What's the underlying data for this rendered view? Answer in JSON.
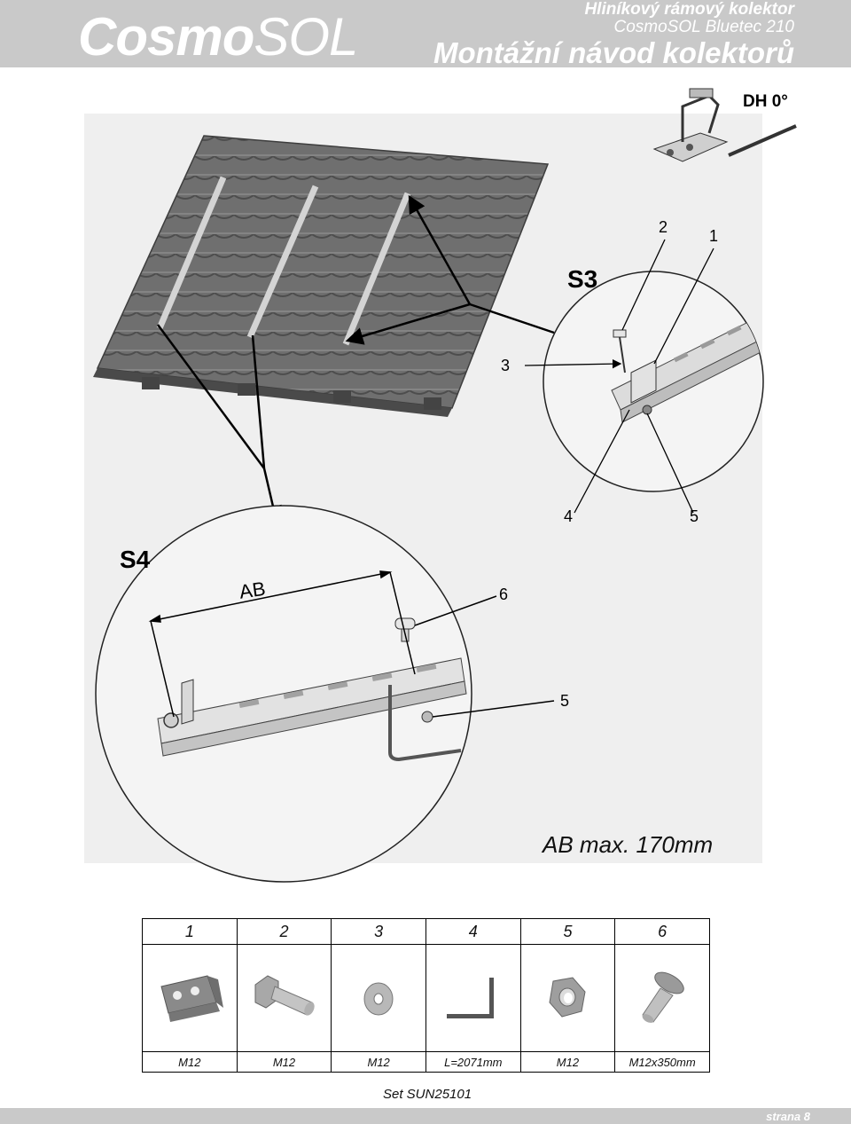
{
  "header": {
    "logo_main": "Cosmo",
    "logo_suffix": "SOL",
    "title_line1": "Hliníkový rámový kolektor",
    "title_line2": "CosmoSOL Bluetec 210",
    "title_line3": "Montážní návod kolektorů"
  },
  "drawing": {
    "hook_label": "DH 0°",
    "detail_s3": {
      "label": "S3",
      "callouts": [
        "1",
        "2",
        "3",
        "4",
        "5"
      ]
    },
    "detail_s4": {
      "label": "S4",
      "dimension_label": "AB",
      "callouts": [
        "5",
        "6"
      ]
    }
  },
  "caption": "AB max. 170mm",
  "parts_table": {
    "columns": [
      {
        "number": "1",
        "spec": "M12",
        "icon": "angle-bracket-icon"
      },
      {
        "number": "2",
        "spec": "M12",
        "icon": "hex-bolt-icon"
      },
      {
        "number": "3",
        "spec": "M12",
        "icon": "washer-icon"
      },
      {
        "number": "4",
        "spec": "L=2071mm",
        "icon": "angle-profile-icon"
      },
      {
        "number": "5",
        "spec": "M12",
        "icon": "hex-nut-icon"
      },
      {
        "number": "6",
        "spec": "M12x350mm",
        "icon": "carriage-bolt-icon"
      }
    ]
  },
  "set_label": "Set SUN25101",
  "footer": {
    "page": "strana 8"
  }
}
